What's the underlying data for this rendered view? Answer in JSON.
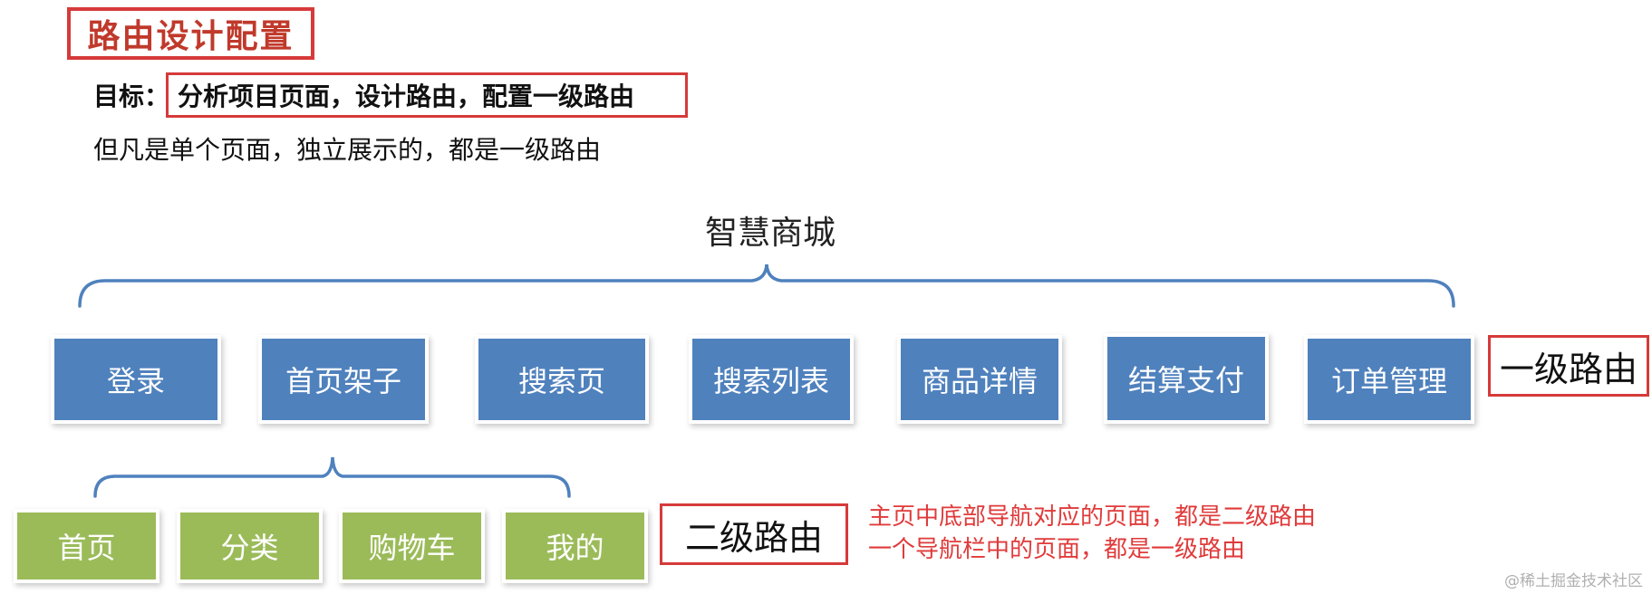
{
  "header": {
    "title": "路由设计配置",
    "goal_label": "目标：",
    "goal_text": "分析项目页面，设计路由，配置一级路由",
    "note": "但凡是单个页面，独立展示的，都是一级路由"
  },
  "tree": {
    "root": "智慧商城",
    "level1": {
      "label": "一级路由",
      "nodes": [
        "登录",
        "首页架子",
        "搜索页",
        "搜索列表",
        "商品详情",
        "结算支付",
        "订单管理"
      ]
    },
    "level2": {
      "label": "二级路由",
      "nodes": [
        "首页",
        "分类",
        "购物车",
        "我的"
      ]
    }
  },
  "notes": [
    "主页中底部导航对应的页面，都是二级路由",
    "一个导航栏中的页面，都是一级路由"
  ],
  "watermark": "@稀土掘金技术社区",
  "colors": {
    "level1_fill": "#4f81bd",
    "level2_fill": "#9bbb59",
    "brace": "#4f81bd",
    "highlight_border": "#d63a3a",
    "note_text": "#e03a3a"
  }
}
